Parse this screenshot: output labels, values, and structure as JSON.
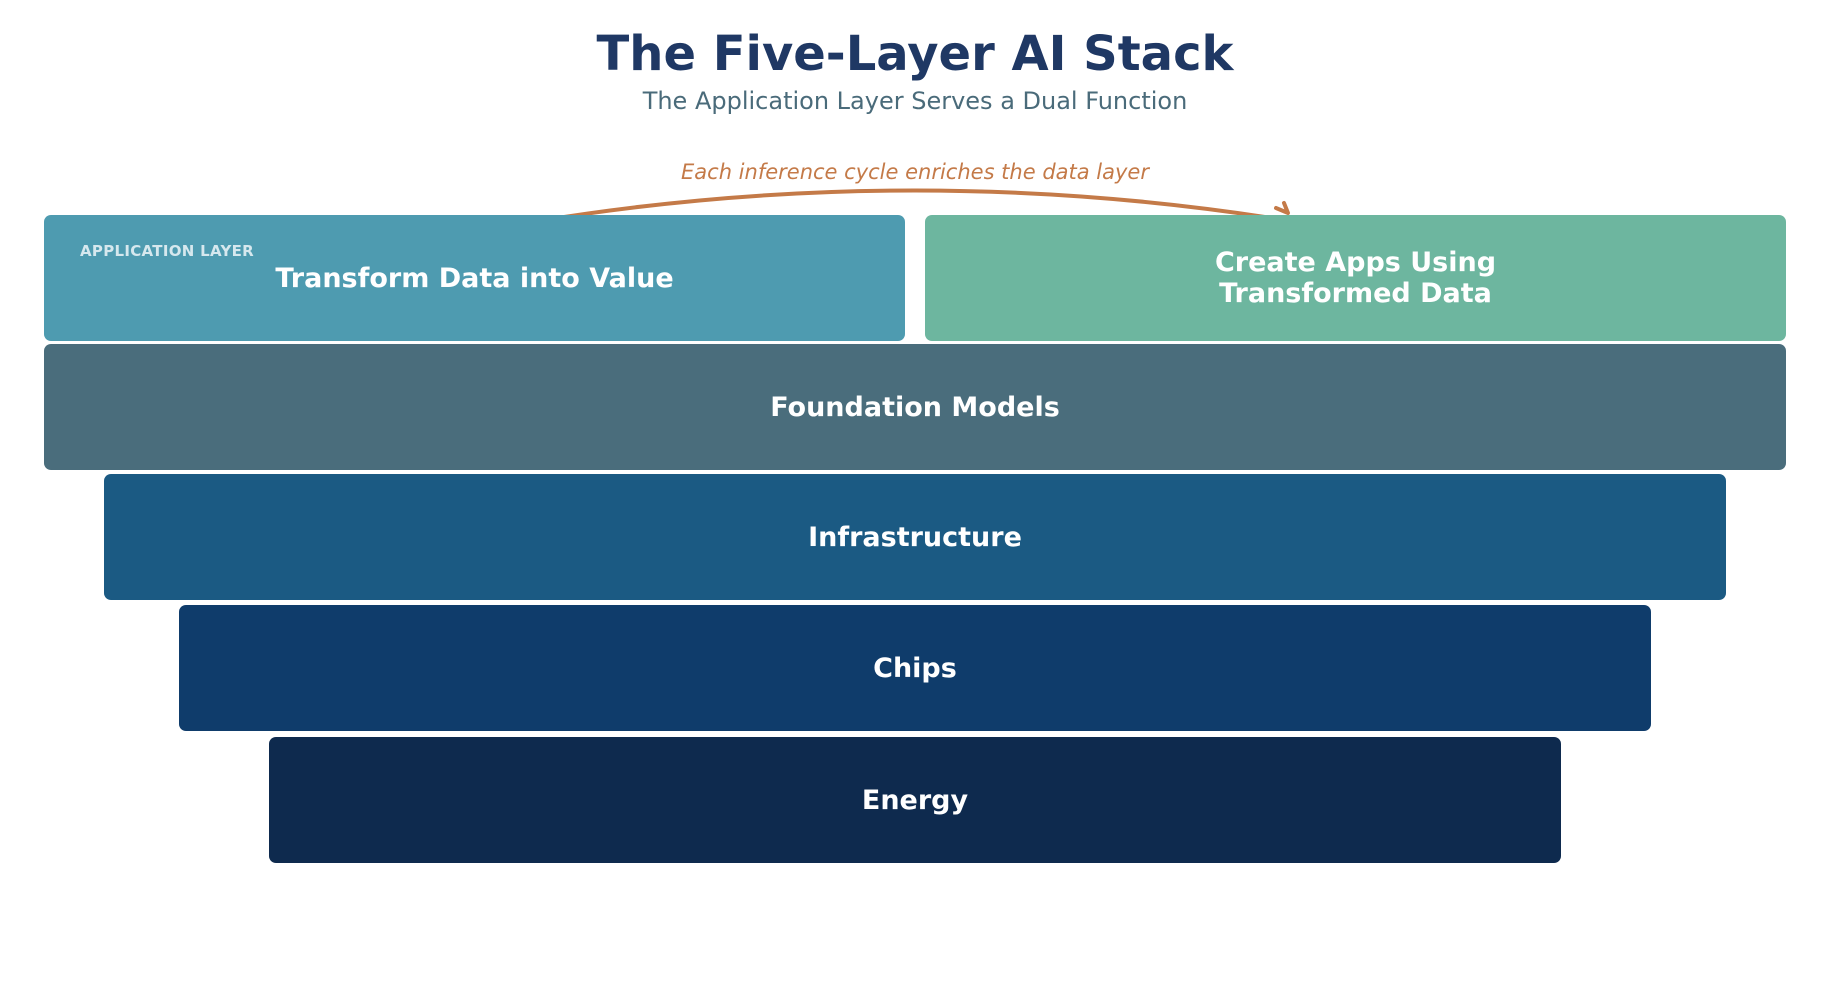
{
  "header": {
    "title": "The Five-Layer AI Stack",
    "subtitle": "The Application Layer Serves a Dual Function"
  },
  "annotation": {
    "text": "Each inference cycle enriches the data layer",
    "color": "#c47a48",
    "arrow_direction": "left-to-right"
  },
  "layers": {
    "application": {
      "tag": "APPLICATION LAYER",
      "left_label": "Transform Data into Value",
      "right_label": "Create Apps Using Transformed Data",
      "left_color": "#4e9bb0",
      "right_color": "#6db69f"
    },
    "foundation": {
      "label": "Foundation Models",
      "color": "#4a6d7c"
    },
    "infrastructure": {
      "label": "Infrastructure",
      "color": "#1b5a83"
    },
    "chips": {
      "label": "Chips",
      "color": "#0f3c6b"
    },
    "energy": {
      "label": "Energy",
      "color": "#0e2a4e"
    }
  }
}
